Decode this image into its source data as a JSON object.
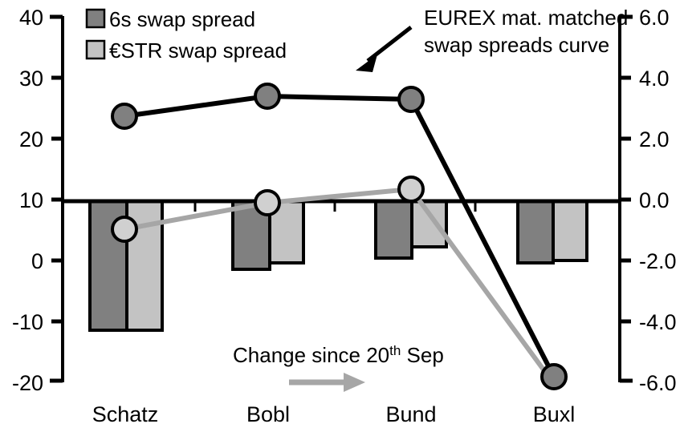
{
  "chart_data": {
    "type": "bar",
    "title": "",
    "categories": [
      "Schatz",
      "Bobl",
      "Bund",
      "Buxl"
    ],
    "xlabel": "",
    "grid": false,
    "legend_position": "top-left",
    "left_axis": {
      "label": "",
      "ylim": [
        -20,
        40
      ],
      "ticks": [
        -20,
        -10,
        0,
        10,
        20,
        30,
        40
      ],
      "tick_labels": [
        "-20",
        "-10",
        "0",
        "10",
        "20",
        "30",
        "40"
      ]
    },
    "right_axis": {
      "label": "",
      "ylim": [
        -6.0,
        6.0
      ],
      "ticks": [
        -6.0,
        -4.0,
        -2.0,
        0.0,
        2.0,
        4.0,
        6.0
      ],
      "tick_labels": [
        "-6.0",
        "-4.0",
        "-2.0",
        "0.0",
        "2.0",
        "4.0",
        "6.0"
      ]
    },
    "series": [
      {
        "name": "6s swap spread",
        "type": "bar",
        "axis": "right",
        "color": "#808080",
        "edge_color": "#000000",
        "values": [
          -4.1,
          -1.95,
          -1.55,
          -1.75
        ]
      },
      {
        "name": "€STR swap spread",
        "type": "bar",
        "axis": "right",
        "color": "#c3c3c3",
        "edge_color": "#000000",
        "values": [
          -4.1,
          -1.75,
          -1.25,
          -1.65
        ]
      },
      {
        "name": "EUREX mat. matched swap spreads curve",
        "type": "line",
        "axis": "left",
        "color": "#000000",
        "marker_fill": "#808080",
        "values": [
          24.5,
          27.9,
          27.3,
          -18.1
        ]
      },
      {
        "name": "Change since 20th Sep",
        "type": "line",
        "axis": "left",
        "color": "#a6a6a6",
        "marker_fill": "#d0d0d0",
        "values": [
          6.1,
          10.5,
          12.7,
          -19.6
        ]
      }
    ]
  },
  "legend": {
    "items": [
      {
        "label": "6s swap spread",
        "swatch": "#808080"
      },
      {
        "label": "€STR swap spread",
        "swatch": "#c3c3c3"
      }
    ]
  },
  "annotations": {
    "curve_callout": {
      "line1": "EUREX mat. matched",
      "line2": "swap spreads curve",
      "arrow": "arrow-down-left"
    },
    "change_callout": {
      "text_before": "Change since 20",
      "superscript": "th",
      "text_after": " Sep",
      "arrow": "arrow-right"
    }
  },
  "colors": {
    "bar_dark": "#808080",
    "bar_light": "#c3c3c3",
    "line_black": "#000000",
    "line_grey": "#a6a6a6",
    "marker_black_fill": "#808080",
    "marker_grey_fill": "#d0d0d0",
    "axis": "#000000",
    "background": "#ffffff"
  }
}
